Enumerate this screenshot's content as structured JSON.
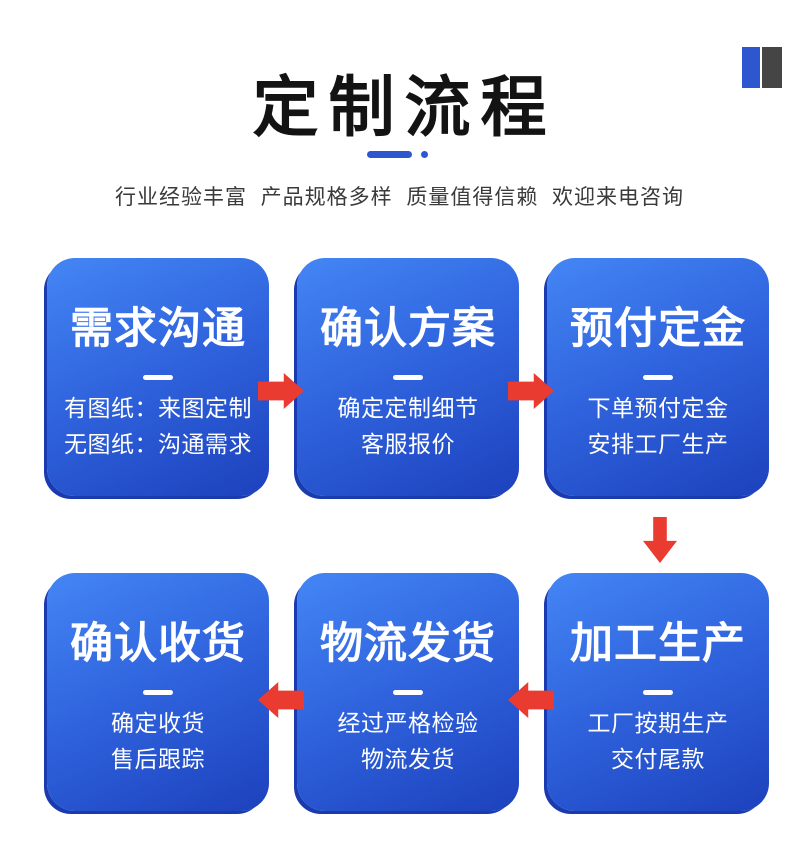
{
  "header": {
    "title": "定制流程",
    "subtitle": "行业经验丰富  产品规格多样  质量值得信赖  欢迎来电咨询"
  },
  "steps": [
    {
      "title": "需求沟通",
      "lines": [
        "有图纸：来图定制",
        "无图纸：沟通需求"
      ]
    },
    {
      "title": "确认方案",
      "lines": [
        "确定定制细节",
        "客服报价"
      ]
    },
    {
      "title": "预付定金",
      "lines": [
        "下单预付定金",
        "安排工厂生产"
      ]
    },
    {
      "title": "加工生产",
      "lines": [
        "工厂按期生产",
        "交付尾款"
      ]
    },
    {
      "title": "物流发货",
      "lines": [
        "经过严格检验",
        "物流发货"
      ]
    },
    {
      "title": "确认收货",
      "lines": [
        "确定收货",
        "售后跟踪"
      ]
    }
  ],
  "icons": {
    "arrow_right": "➔",
    "arrow_left": "⬅",
    "arrow_down": "⬇"
  },
  "colors": {
    "accent_blue": "#2e57cf",
    "decor_dark": "#454545",
    "title_black": "#131313",
    "subtitle_gray": "#3a3a3a",
    "card_gradient_top": "#4486f5",
    "card_gradient_bottom": "#1d41bd",
    "card_shadow": "#1a3ab0",
    "card_text": "#ffffff",
    "arrow_red": "#ea3b31"
  }
}
